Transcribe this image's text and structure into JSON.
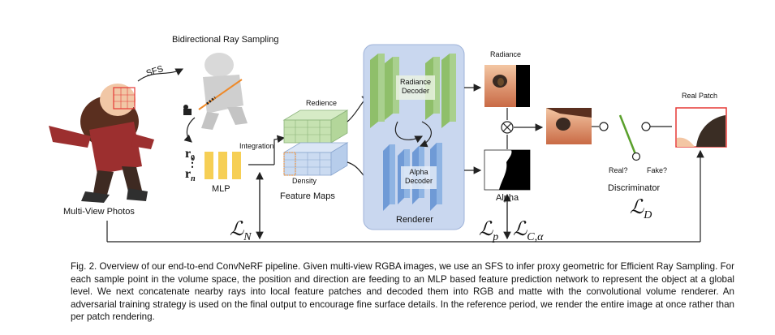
{
  "labels": {
    "bidirectional_ray_sampling": "Bidirectional Ray Sampling",
    "sfs": "SFS",
    "multi_view_photos": "Multi-View Photos",
    "r0": "r",
    "r0_sub": "0",
    "dots": "⋮",
    "rn": "r",
    "rn_sub": "n",
    "mlp": "MLP",
    "integration": "Integration",
    "redience": "Redience",
    "density": "Density",
    "feature_maps": "Feature Maps",
    "radiance_decoder": "Radiance\nDecoder",
    "alpha_decoder": "Alpha\nDecoder",
    "renderer": "Renderer",
    "radiance": "Radiance",
    "alpha": "Alpha",
    "real_patch": "Real Patch",
    "real_q": "Real?",
    "fake_q": "Fake?",
    "discriminator": "Discriminator",
    "loss_n": "ℒ",
    "loss_n_sub": "N",
    "loss_p": "ℒ",
    "loss_p_sub": "p",
    "loss_c": "ℒ",
    "loss_c_sub": "C,α",
    "loss_d": "ℒ",
    "loss_d_sub": "D"
  },
  "caption": "Fig. 2. Overview of our end-to-end ConvNeRF pipeline. Given multi-view RGBA images, we use an SFS to infer proxy geometric for Efficient Ray Sampling. For each sample point in the volume space, the position and direction are feeding to an MLP based feature prediction network to represent the object at a global level. We next concatenate nearby rays into local feature patches and decoded them into RGB and matte with the convolutional volume renderer. An adversarial training strategy is used on the final output to encourage fine surface details. In the reference period, we render the entire image at once rather than per patch rendering.",
  "colors": {
    "renderer_bg": "#c9d7ef",
    "radiance_block": "#a9d08e",
    "alpha_block": "#8fb4e3",
    "mlp_block": "#f6cf55",
    "patch_border": "#e53935",
    "switch_green": "#5aa02c"
  }
}
